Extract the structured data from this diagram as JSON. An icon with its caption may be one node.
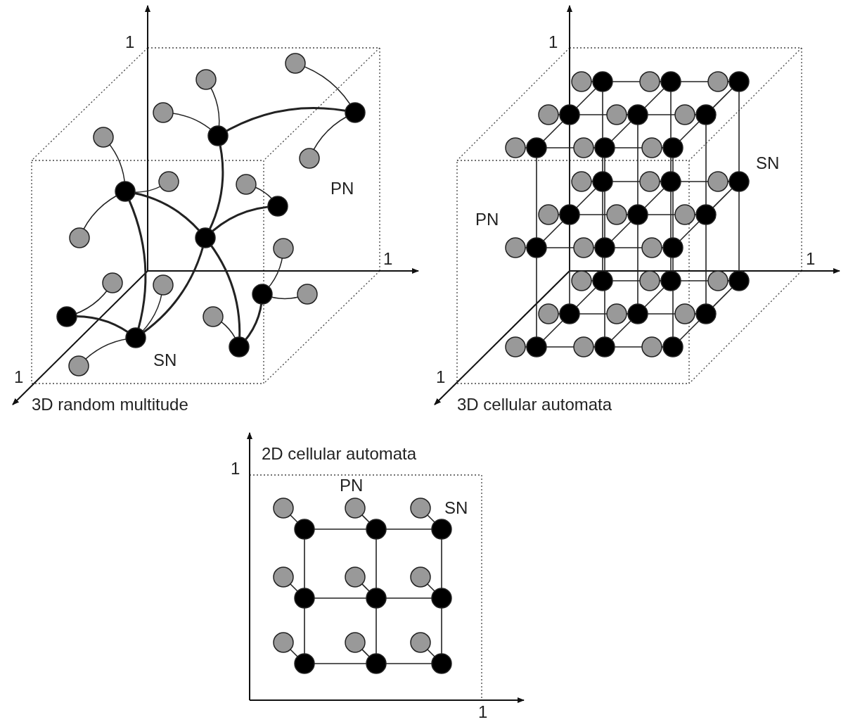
{
  "diagram": {
    "labels": [
      "1",
      "PN",
      "1",
      "SN",
      "1",
      "3D random multitude",
      "1",
      "SN",
      "PN",
      "1",
      "1",
      "3D cellular automata",
      "2D cellular automata",
      "1",
      "PN",
      "SN",
      "1"
    ]
  }
}
